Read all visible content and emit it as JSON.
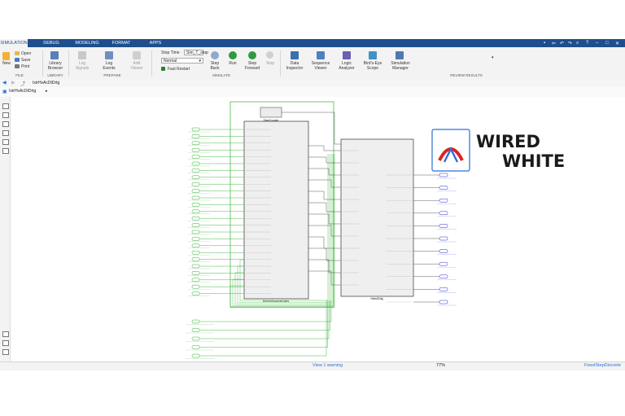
{
  "menu": {
    "tabs": [
      "SIMULATION",
      "DEBUG",
      "MODELING",
      "FORMAT",
      "APPS"
    ],
    "active": 0
  },
  "ribbon": {
    "file": {
      "new": "New",
      "open": "Open",
      "save": "Save",
      "print": "Print",
      "label": "FILE"
    },
    "library": {
      "browser": "Library\nBrowser",
      "label": "LIBRARY"
    },
    "prepare": {
      "log_signals": "Log\nSignals",
      "log_events": "Log\nEvents",
      "add_viewer": "Add\nViewer",
      "label": "PREPARE"
    },
    "simulate": {
      "stop_time_label": "Stop Time",
      "stop_time_value": "Sim_T_stop",
      "mode_value": "Normal",
      "fast_restart": "Fast Restart",
      "step_back": "Step\nBack",
      "run": "Run",
      "step_forward": "Step\nForward",
      "stop": "Stop",
      "label": "SIMULATE"
    },
    "review": {
      "data_inspector": "Data\nInspector",
      "sequence_viewer": "Sequence\nViewer",
      "logic_analyzer": "Logic\nAnalyzer",
      "birds_eye": "Bird's-Eye\nScope",
      "sim_manager": "Simulation\nManager",
      "label": "REVIEW RESULTS"
    }
  },
  "breadcrumb": {
    "model": "IxtrHvAcDtDrtg"
  },
  "addressbar": {
    "path": "IxtrHvAcDtDrtg"
  },
  "diagram": {
    "top_block": "DriveCounter",
    "left_block": "DrtrHvDDoorInteCabrs",
    "right_block": "Hvbs2Drtg"
  },
  "status": {
    "warning": "View 1 warning",
    "zoom": "77%",
    "solver": "FixedStepDiscrete"
  },
  "colors": {
    "menubar": "#1e4f8c",
    "signal": "#34b233",
    "outport": "#2a2ae0",
    "logo_red": "#e02020",
    "logo_blue": "#2a6fd6"
  }
}
